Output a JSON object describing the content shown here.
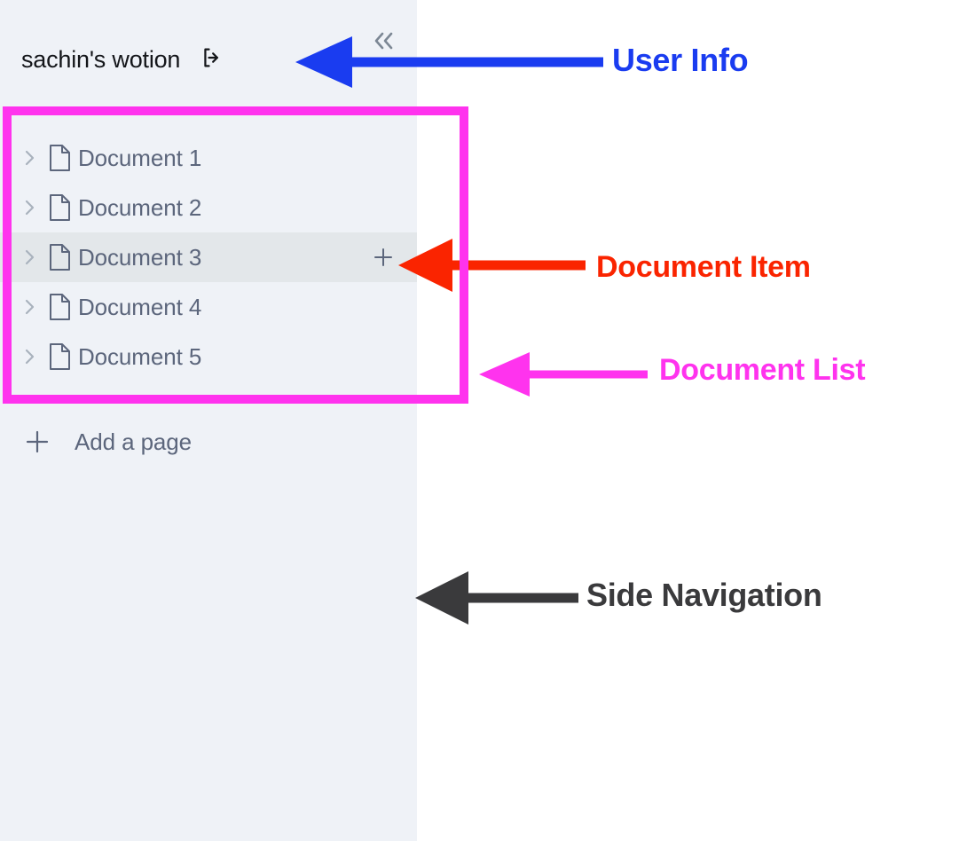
{
  "sidebar": {
    "user_info": {
      "workspace_title": "sachin's wotion",
      "logout_icon": "logout-icon",
      "collapse_icon": "chevron-double-left-icon"
    },
    "documents": [
      {
        "label": "Document 1",
        "expand_icon": "chevron-right-icon",
        "file_icon": "file-icon",
        "hovered": false,
        "add_child_icon": ""
      },
      {
        "label": "Document 2",
        "expand_icon": "chevron-right-icon",
        "file_icon": "file-icon",
        "hovered": false,
        "add_child_icon": ""
      },
      {
        "label": "Document 3",
        "expand_icon": "chevron-right-icon",
        "file_icon": "file-icon",
        "hovered": true,
        "add_child_icon": "plus-icon"
      },
      {
        "label": "Document 4",
        "expand_icon": "chevron-right-icon",
        "file_icon": "file-icon",
        "hovered": false,
        "add_child_icon": ""
      },
      {
        "label": "Document 5",
        "expand_icon": "chevron-right-icon",
        "file_icon": "file-icon",
        "hovered": false,
        "add_child_icon": ""
      }
    ],
    "add_page": {
      "label": "Add a page",
      "icon": "plus-icon"
    }
  },
  "annotations": [
    {
      "text": "User Info",
      "color": "#1a3cf0",
      "arrow": "left-arrow"
    },
    {
      "text": "Document Item",
      "color": "#fa2400",
      "arrow": "left-arrow"
    },
    {
      "text": "Document List",
      "color": "#ff33ee",
      "arrow": "left-arrow"
    },
    {
      "text": "Side Navigation",
      "color": "#3a3a3c",
      "arrow": "left-arrow"
    }
  ],
  "colors": {
    "sidebar_bg": "#eff2f7",
    "canvas_bg": "#ffffff",
    "row_hover_bg": "#e3e7ea",
    "text_slate": "#5c667c",
    "title_text": "#14161a",
    "chevron_gray": "#a9b2bd",
    "outline_magenta": "#ff33ee",
    "anno_blue": "#1a3cf0",
    "anno_red": "#fa2400",
    "anno_magenta": "#ff33ee",
    "anno_dark": "#3a3a3c"
  }
}
